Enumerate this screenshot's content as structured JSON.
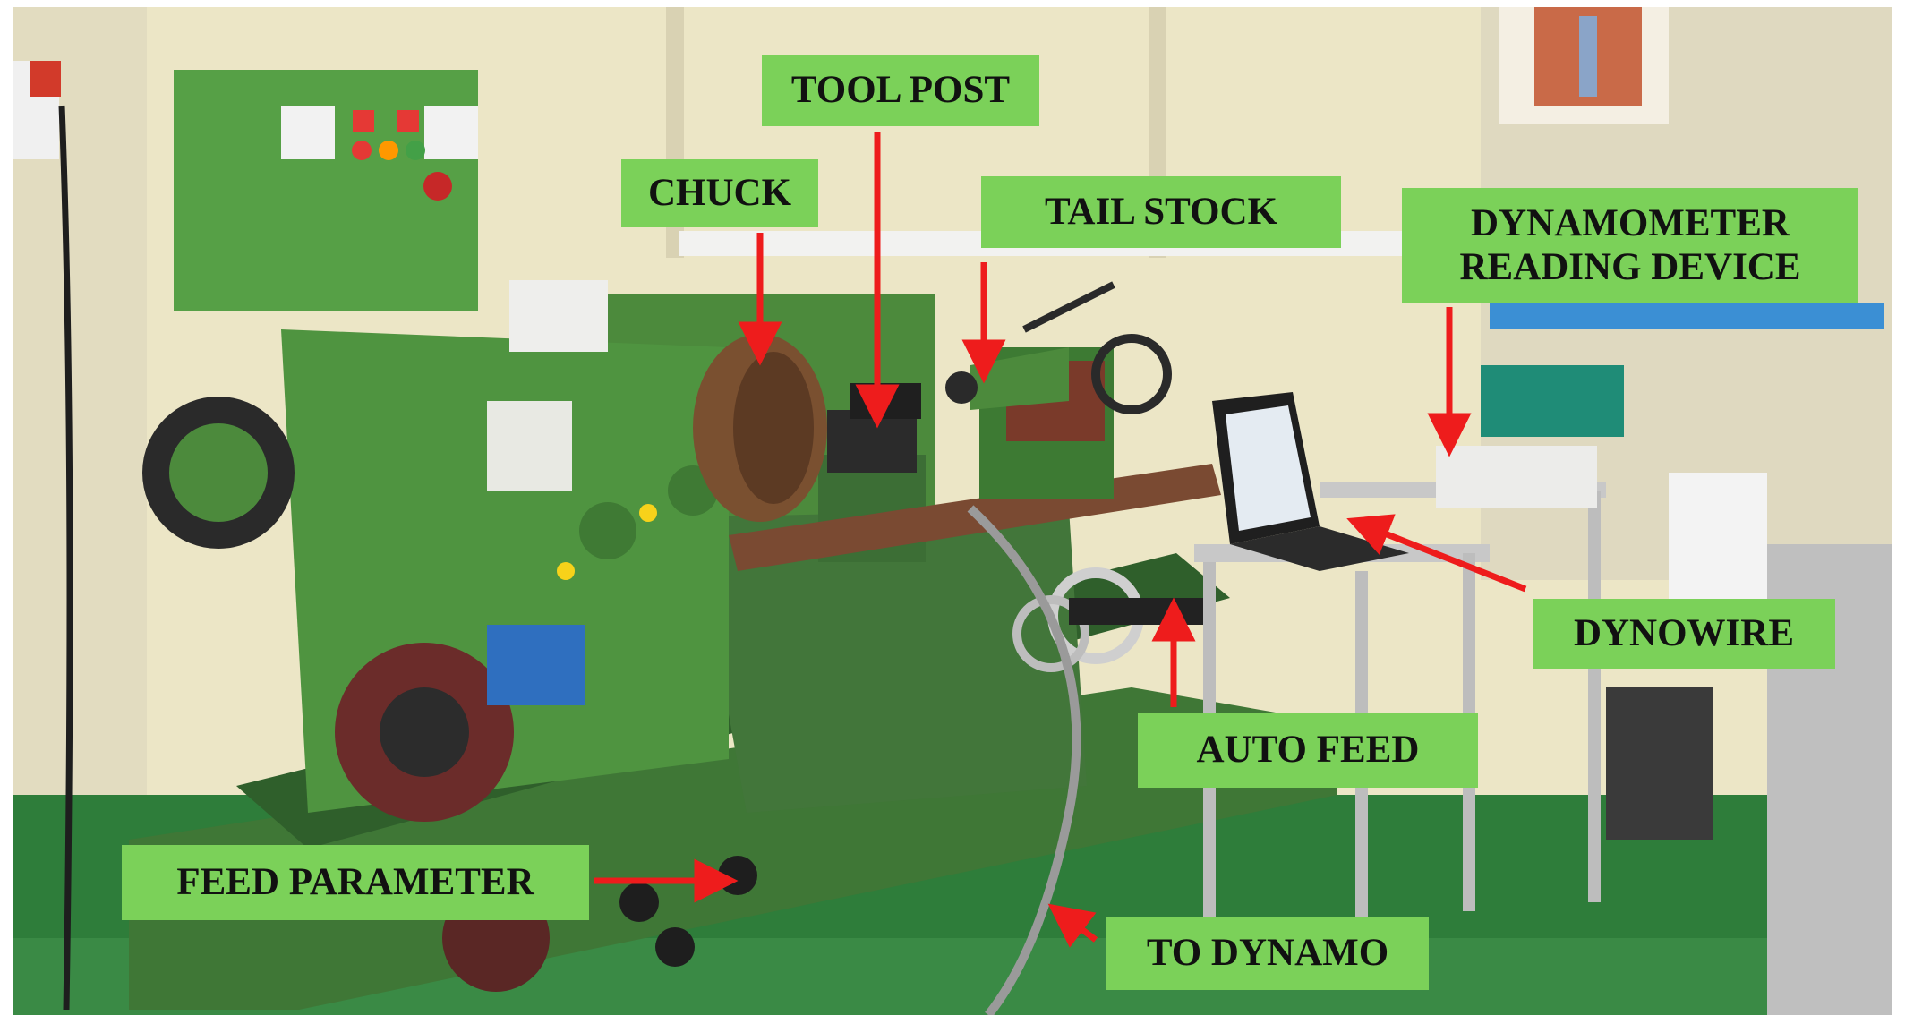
{
  "labels": {
    "tool_post": "TOOL POST",
    "chuck": "CHUCK",
    "tail_stock": "TAIL STOCK",
    "dyno_reading_line1": "DYNAMOMETER",
    "dyno_reading_line2": "READING DEVICE",
    "dynowire": "DYNOWIRE",
    "auto_feed": "AUTO FEED",
    "feed_parameter": "FEED PARAMETER",
    "to_dynamo": "TO DYNAMO"
  },
  "colors": {
    "label_bg": "#7bd159",
    "arrow": "#ee1c1c",
    "machine": "#4c8a3c"
  }
}
